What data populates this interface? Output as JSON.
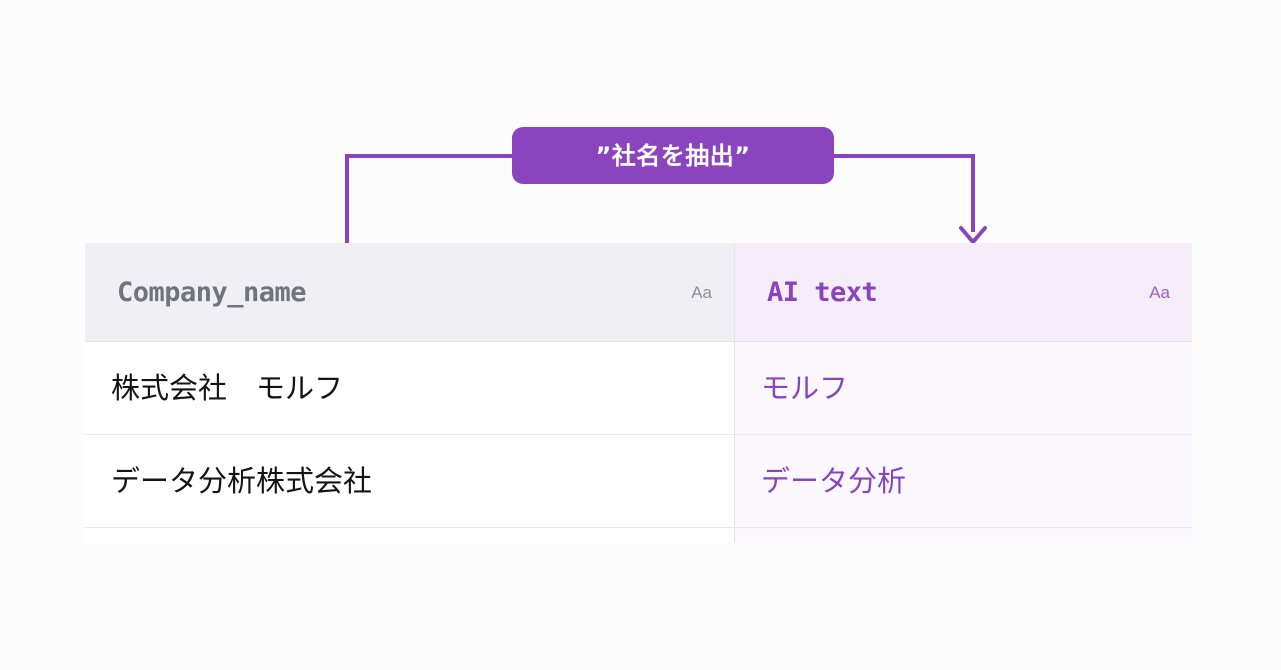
{
  "canvas": {
    "background": "#FCFCFC",
    "accent_color": "#8A45BE",
    "header_text_color": "#73737F"
  },
  "prompt_badge": {
    "label": "”社名を抽出”",
    "background": "#8A45BE",
    "text_color": "#FFFFFF"
  },
  "connectors": {
    "color": "#8A45BE",
    "left_branch": {
      "has_arrowhead": false,
      "target": "Company_name column"
    },
    "right_branch": {
      "has_arrowhead": true,
      "target": "AI text column"
    }
  },
  "table": {
    "columns": [
      {
        "id": "company_name",
        "header": "Company_name",
        "type_indicator": "Aa",
        "header_background": "#F0EFF4",
        "cell_background": "#FFFFFF",
        "text_color": "#141414"
      },
      {
        "id": "ai_text",
        "header": "AI text",
        "type_indicator": "Aa",
        "header_background": "#F5EDFA",
        "cell_background": "#FBF8FD",
        "text_color": "#8A45BE"
      }
    ],
    "rows": [
      {
        "company_name": "株式会社　モルフ",
        "ai_text": "モルフ"
      },
      {
        "company_name": "データ分析株式会社",
        "ai_text": "データ分析"
      },
      {
        "company_name": "",
        "ai_text": ""
      }
    ]
  }
}
